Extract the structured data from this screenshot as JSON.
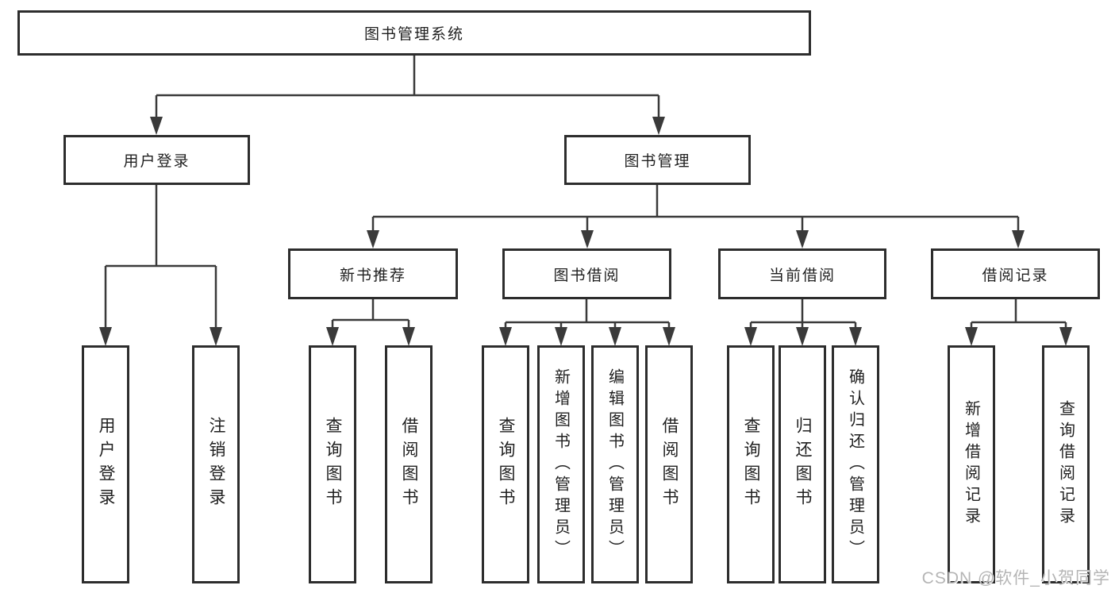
{
  "tree": {
    "title": "图书管理系统",
    "children": [
      {
        "label": "用户登录",
        "children": [
          {
            "label": "用户登录"
          },
          {
            "label": "注销登录"
          }
        ]
      },
      {
        "label": "图书管理",
        "children": [
          {
            "label": "新书推荐",
            "children": [
              {
                "label": "查询图书"
              },
              {
                "label": "借阅图书"
              }
            ]
          },
          {
            "label": "图书借阅",
            "children": [
              {
                "label": "查询图书"
              },
              {
                "label": "新增图书（管理员）"
              },
              {
                "label": "编辑图书（管理员）"
              },
              {
                "label": "借阅图书"
              }
            ]
          },
          {
            "label": "当前借阅",
            "children": [
              {
                "label": "查询图书"
              },
              {
                "label": "归还图书"
              },
              {
                "label": "确认归还（管理员）"
              }
            ]
          },
          {
            "label": "借阅记录",
            "children": [
              {
                "label": "新增借阅记录"
              },
              {
                "label": "查询借阅记录"
              }
            ]
          }
        ]
      }
    ]
  },
  "watermark": "CSDN @软件_小贺同学",
  "colors": {
    "line": "#3a3a3a",
    "border": "#2d2d2d",
    "text": "#1f1f1f",
    "watermark": "#b5b5b5"
  }
}
